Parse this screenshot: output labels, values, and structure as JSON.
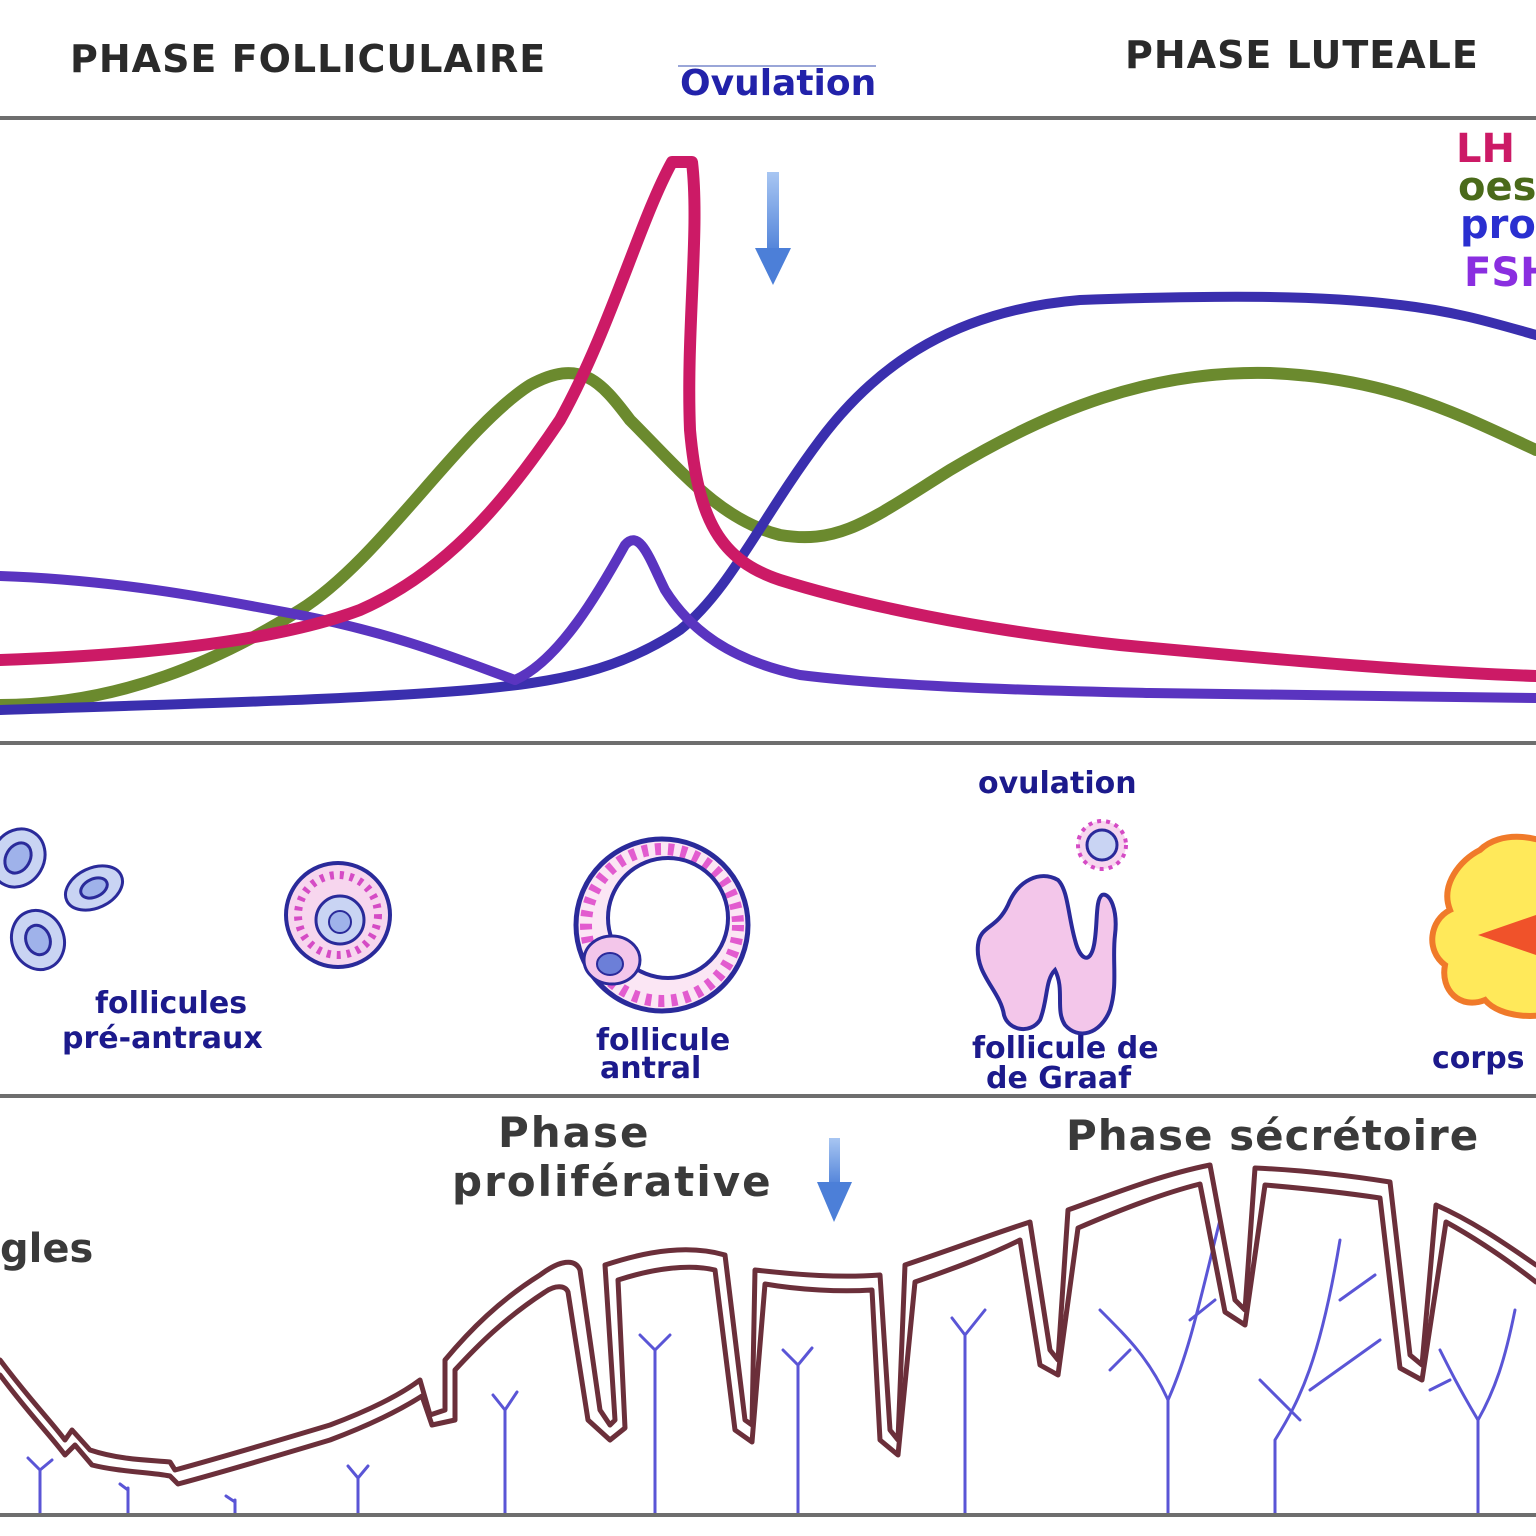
{
  "header": {
    "phase_follicular": "PHASE FOLLICULAIRE",
    "ovulation": "Ovulation",
    "phase_luteal": "PHASE LUTEALE"
  },
  "legend": {
    "lh": "LH",
    "oestrogen": "oes",
    "progesterone": "pro",
    "fsh": "FSH"
  },
  "ovary": {
    "ovulation": "ovulation",
    "preantral_line1": "follicules",
    "preantral_line2": "pré-antraux",
    "antral_line1": "follicule",
    "antral_line2": "antral",
    "graaf_line1": "follicule de",
    "graaf_line2": "de Graaf",
    "corpus": "corps"
  },
  "uterus": {
    "proliferative_line1": "Phase",
    "proliferative_line2": "proliférative",
    "secretory": "Phase sécrétoire",
    "menses_fragment": "gles"
  },
  "colors": {
    "lh": "#cc1a66",
    "oestrogen": "#6b8a2e",
    "progesterone": "#3a2fae",
    "fsh": "#6a32c8",
    "label_blue": "#1c1a8c",
    "endometrium": "#6b2f3a",
    "glands": "#5a55d6",
    "arrow": "#5b8fe0"
  }
}
